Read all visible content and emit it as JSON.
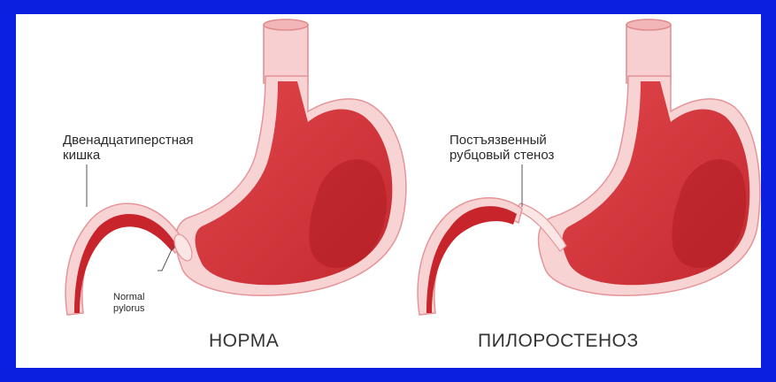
{
  "left_panel": {
    "duodenum_label_line1": "Двенадцатиперстная",
    "duodenum_label_line2": "кишка",
    "pylorus_label_line1": "Normal",
    "pylorus_label_line2": "pylorus",
    "caption": "НОРМА"
  },
  "right_panel": {
    "stenosis_label_line1": "Постъязвенный",
    "stenosis_label_line2": "рубцовый стеноз",
    "caption": "ПИЛОРОСТЕНОЗ"
  },
  "colors": {
    "frame_border": "#0a1fe0",
    "background": "#ffffff",
    "stomach_wall": "#f6c9c9",
    "stomach_inner": "#d8353b",
    "stomach_dark": "#a8161c",
    "label_text": "#2a2a2a"
  }
}
